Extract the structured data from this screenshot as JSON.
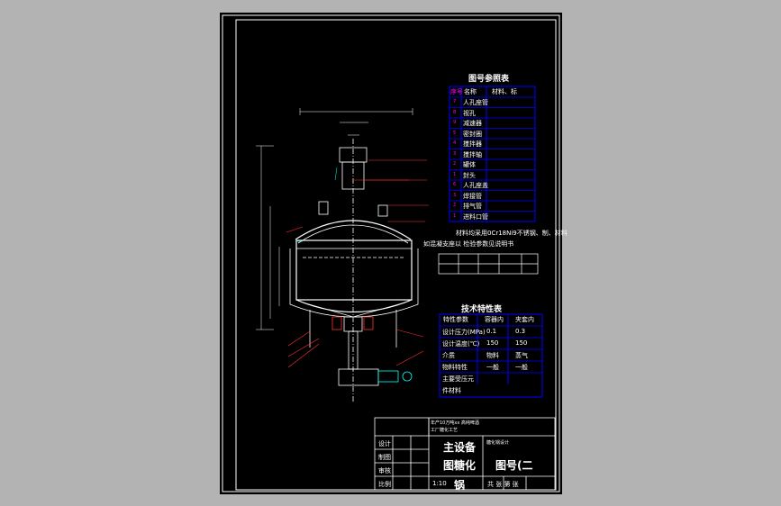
{
  "tables": {
    "reference": {
      "title": "图号参照表",
      "header": [
        "序号",
        "名称",
        "材料、标"
      ],
      "rows": [
        {
          "no": "7",
          "name": "人孔座管"
        },
        {
          "no": "8",
          "name": "视孔"
        },
        {
          "no": "9",
          "name": "减速器"
        },
        {
          "no": "5",
          "name": "密封圈"
        },
        {
          "no": "4",
          "name": "搅拌器"
        },
        {
          "no": "3",
          "name": "搅拌轴"
        },
        {
          "no": "2",
          "name": "罐体"
        },
        {
          "no": "1",
          "name": "封头"
        },
        {
          "no": "6",
          "name": "人孔座盖"
        },
        {
          "no": "3",
          "name": "焊接管"
        },
        {
          "no": "2",
          "name": "排气管"
        },
        {
          "no": "1",
          "name": "进料口管"
        }
      ]
    },
    "technical": {
      "title": "技术特性表",
      "header": [
        "特性参数",
        "容器内",
        "夹套内"
      ],
      "rows": [
        {
          "param": "设计压力(MPa)",
          "a": "0.1",
          "b": "0.3"
        },
        {
          "param": "设计温度(℃)",
          "a": "150",
          "b": "150"
        },
        {
          "param": "介质",
          "a": "物料",
          "b": "蒸气"
        },
        {
          "param": "物料特性",
          "a": "一般",
          "b": "一般"
        },
        {
          "param": "主要受压元",
          "a": "",
          "b": ""
        },
        {
          "param": "件材料",
          "a": "",
          "b": ""
        }
      ]
    }
  },
  "notes": {
    "line1": "材料均采用0Cr18Ni9不锈钢、制、材料",
    "line2": "如混凝支座以 检验参数见说明书"
  },
  "title_block": {
    "design": "年产10万吨xx 高纯啤酒",
    "factory": "工厂糖化工艺",
    "process": "糖化锅设计",
    "main_label": "主设备",
    "main_label2": "图糖化",
    "drawing_no": "图号(二",
    "row_labels": [
      "设计",
      "制图",
      "审核",
      "比例"
    ],
    "bottom": "锅",
    "sheet_info": "共 张 第 张",
    "scale": "1:10"
  }
}
